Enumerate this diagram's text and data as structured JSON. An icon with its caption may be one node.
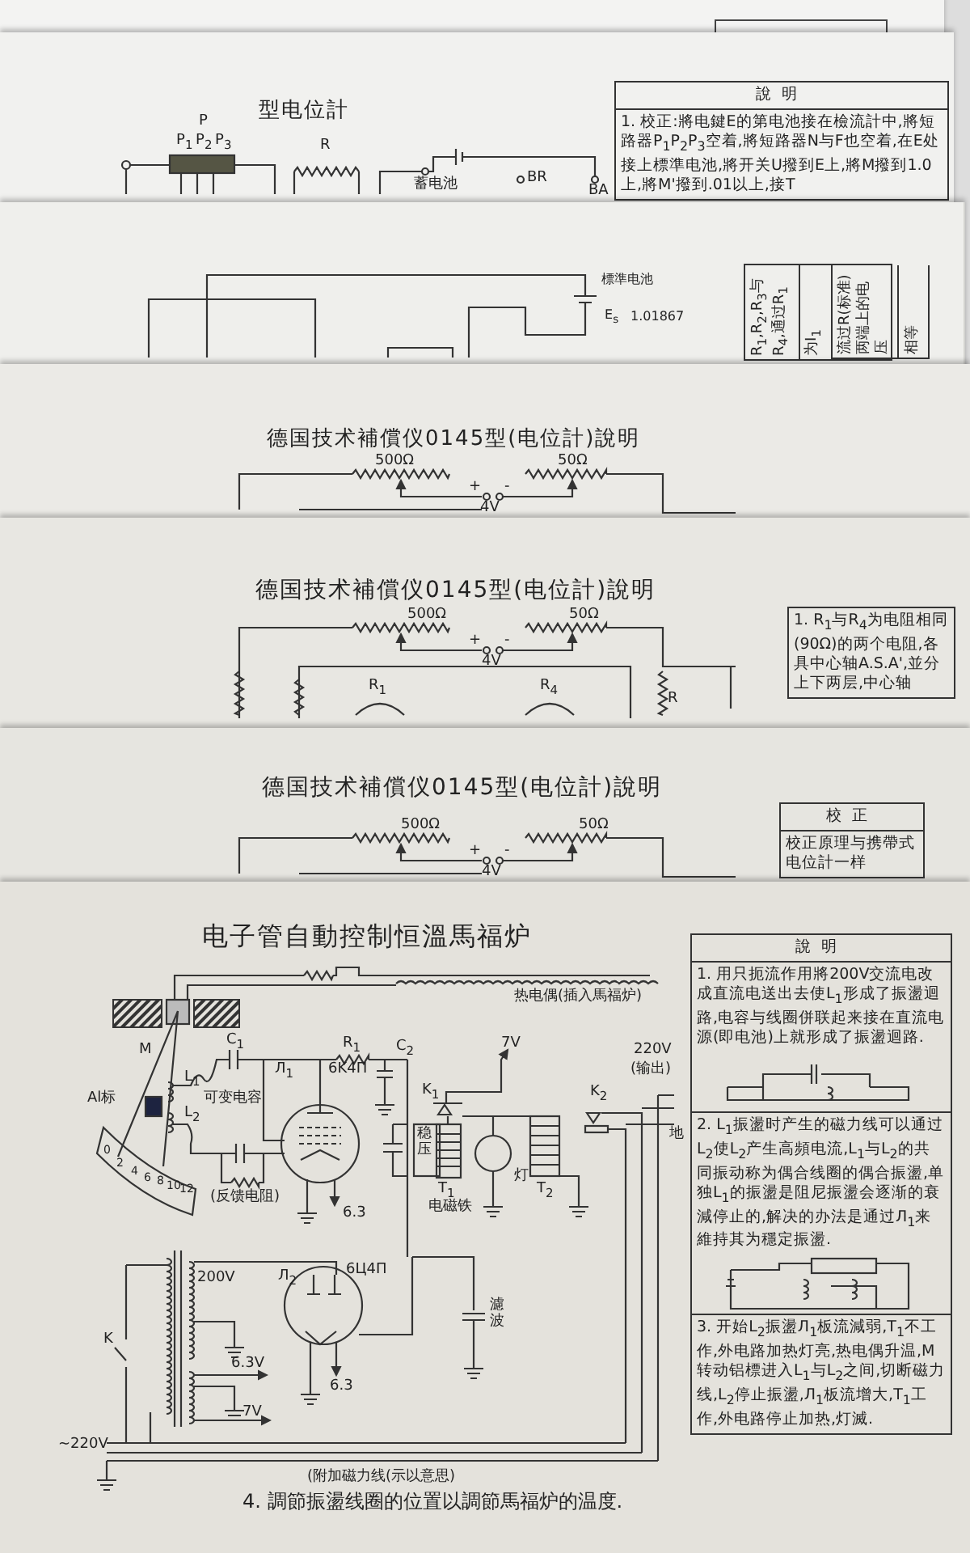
{
  "diagram": {
    "nodes": [
      {
        "text": [
          "型电位計"
        ]
      },
      {
        "text": [
          "說明",
          "1. 校正:將电鍵E的第电池接在檢流計中,將短路器P$_{1}$P$_{2}$P$_{3}$空着,將短路器N与F也空着,在E处接上標準电池,將开关U撥到E上,將M撥到1.0上,將M'撥到.01以上,接T"
        ],
        "in": 0
      },
      {
        "text": [],
        "shape": "box"
      },
      {
        "text": [
          "R$_{1}$,R$_{2}$,R$_{3}$与R$_{4}$,通过R$_{1}$",
          "为I$_{1}$",
          "流过R(标准)两端上的电压",
          "相等"
        ],
        "in": 2
      },
      {
        "text": [
          "德国技术補償仪0145型(电位計)說明"
        ]
      },
      {
        "text": [
          "德国技术補償仪0145型(电位計)說明"
        ]
      },
      {
        "text": [
          "1. R$_{1}$与R$_{4}$为电阻相同(90Ω)的两个电阻,各具中心轴A.S.A',並分上下两层,中心轴"
        ],
        "in": 5
      },
      {
        "text": [
          "德国技术補償仪0145型(电位計)說明"
        ]
      },
      {
        "text": [
          "校正",
          "校正原理与携帶式电位計一样"
        ],
        "in": 7
      },
      {
        "text": [
          "电子管自動控制恒溫馬福炉"
        ]
      },
      {
        "text": [
          "說明",
          "1. 用只扼流作用將200V交流电改成直流电送出去使L$_{1}$形成了振盪迴路,电容与线圈併联起来接在直流电源(即电池)上就形成了振盪迴路.",
          "2. L$_{1}$振盪时产生的磁力线可以通过L$_{2}$使L$_{2}$产生高頻电流,L$_{1}$与L$_{2}$的共同振动称为偶合线圈的偶合振盪,单独L$_{1}$的振盪是阻尼振盪会逐渐的衰減停止的,解决的办法是通过Л$_{1}$来維持其为穩定振盪.",
          "3. 开始L$_{2}$振盪Л$_{1}$板流減弱,T$_{1}$不工作,外电路加热灯亮,热电偶升温,M转动铝標进入L$_{1}$与L$_{2}$之间,切断磁力线,L$_{2}$停止振盪,Л$_{1}$板流增大,T$_{1}$工作,外电路停止加热,灯滅."
        ],
        "in": 9
      }
    ],
    "labels": [
      "P",
      "P$_{1}$",
      "P$_{2}$",
      "P$_{3}$",
      "R",
      "蓄电池",
      "BR",
      "BA",
      "標準电池",
      "E$_{s}$",
      "1.01867",
      "500Ω",
      "50Ω",
      "+",
      "-",
      "4V",
      "500Ω",
      "50Ω",
      "+",
      "-",
      "4V",
      "R$_{1}$",
      "R$_{4}$",
      "R",
      "500Ω",
      "50Ω",
      "+",
      "-",
      "4V",
      "热电偶(插入馬福炉)",
      "M",
      "Al标",
      "L$_{1}$",
      "L$_{2}$",
      "C$_{1}$",
      "可变电容",
      "R$_{1}$",
      "C$_{2}$",
      "Л$_{1}$",
      "6K4П",
      "7V",
      "K$_{1}$",
      "220V",
      "(输出)",
      "K$_{2}$",
      "地",
      "稳压",
      "(反馈电阻)",
      "T$_{1}$",
      "电磁铁",
      "灯",
      "T$_{2}$",
      "6.3",
      "0",
      "2",
      "4",
      "6",
      "8",
      "10",
      "12",
      "Л$_{2}$",
      "6Ц4П",
      "200V",
      "6.3V",
      "7V",
      "6.3",
      "濾波",
      "K",
      "~220V",
      "(附加磁力线(示以意思)",
      "4. 調節振盪线圈的位置以調節馬福炉的温度."
    ]
  }
}
